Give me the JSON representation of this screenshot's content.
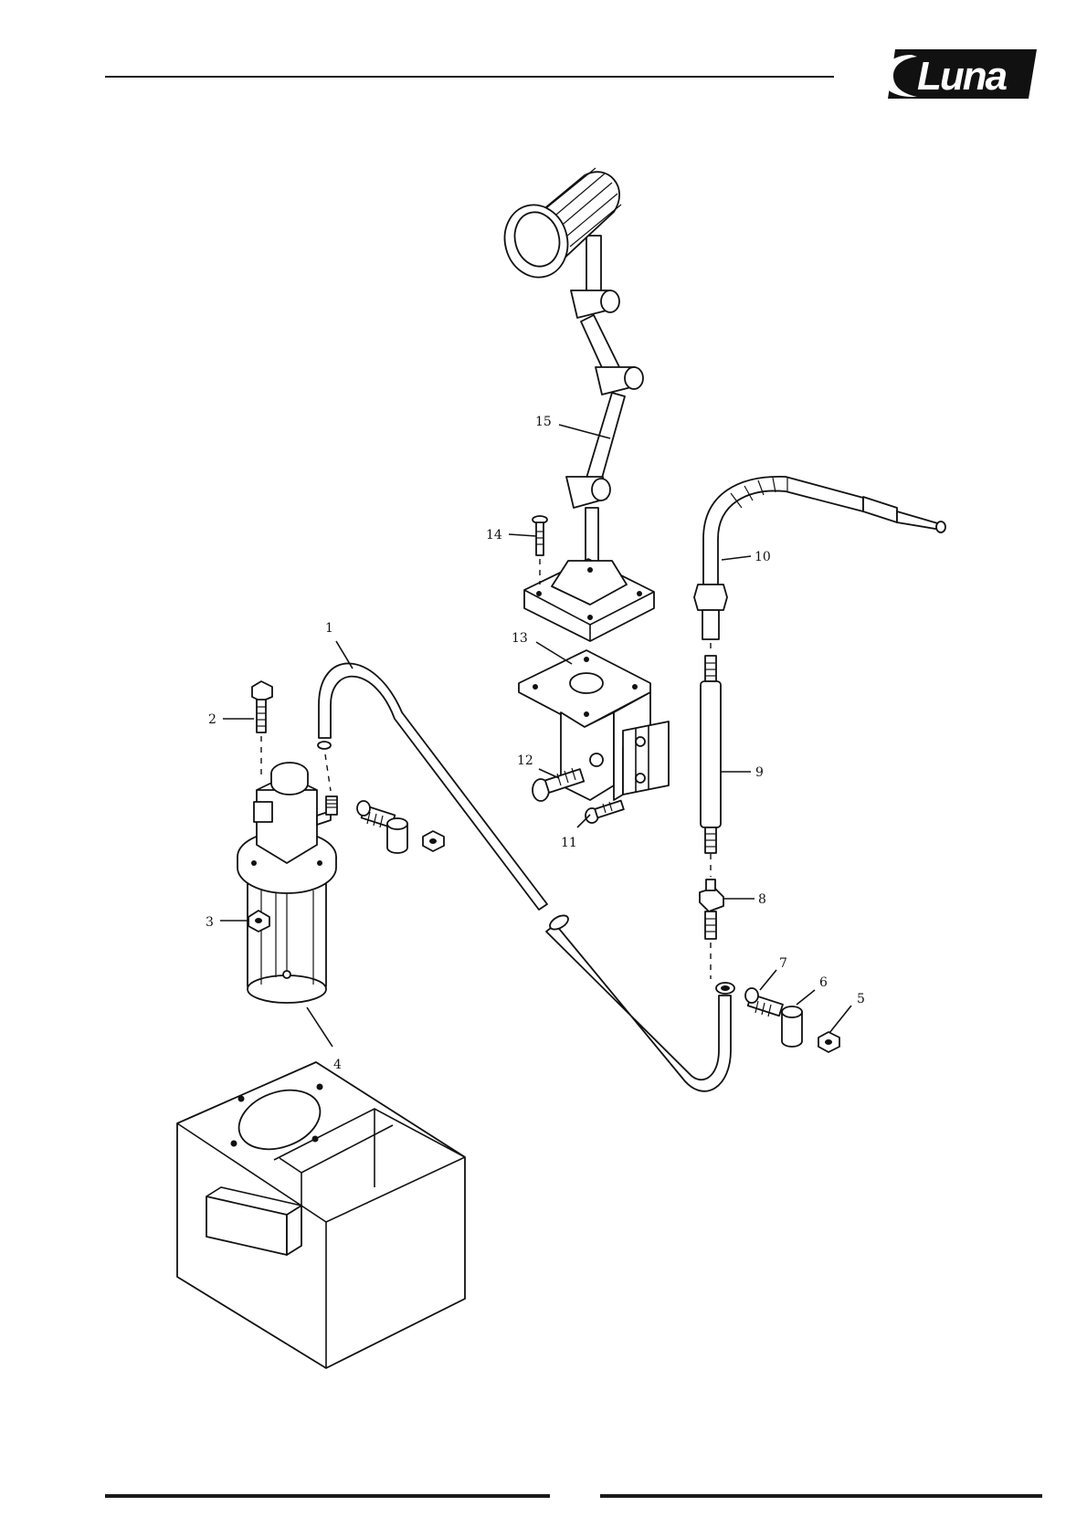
{
  "brand": {
    "logo_text": "Luna"
  },
  "labels": [
    {
      "id": "1",
      "text": "1"
    },
    {
      "id": "2",
      "text": "2"
    },
    {
      "id": "3",
      "text": "3"
    },
    {
      "id": "4",
      "text": "4"
    },
    {
      "id": "5",
      "text": "5"
    },
    {
      "id": "6",
      "text": "6"
    },
    {
      "id": "7",
      "text": "7"
    },
    {
      "id": "8",
      "text": "8"
    },
    {
      "id": "9",
      "text": "9"
    },
    {
      "id": "10",
      "text": "10"
    },
    {
      "id": "11",
      "text": "11"
    },
    {
      "id": "12",
      "text": "12"
    },
    {
      "id": "13",
      "text": "13"
    },
    {
      "id": "14",
      "text": "14"
    },
    {
      "id": "15",
      "text": "15"
    }
  ]
}
